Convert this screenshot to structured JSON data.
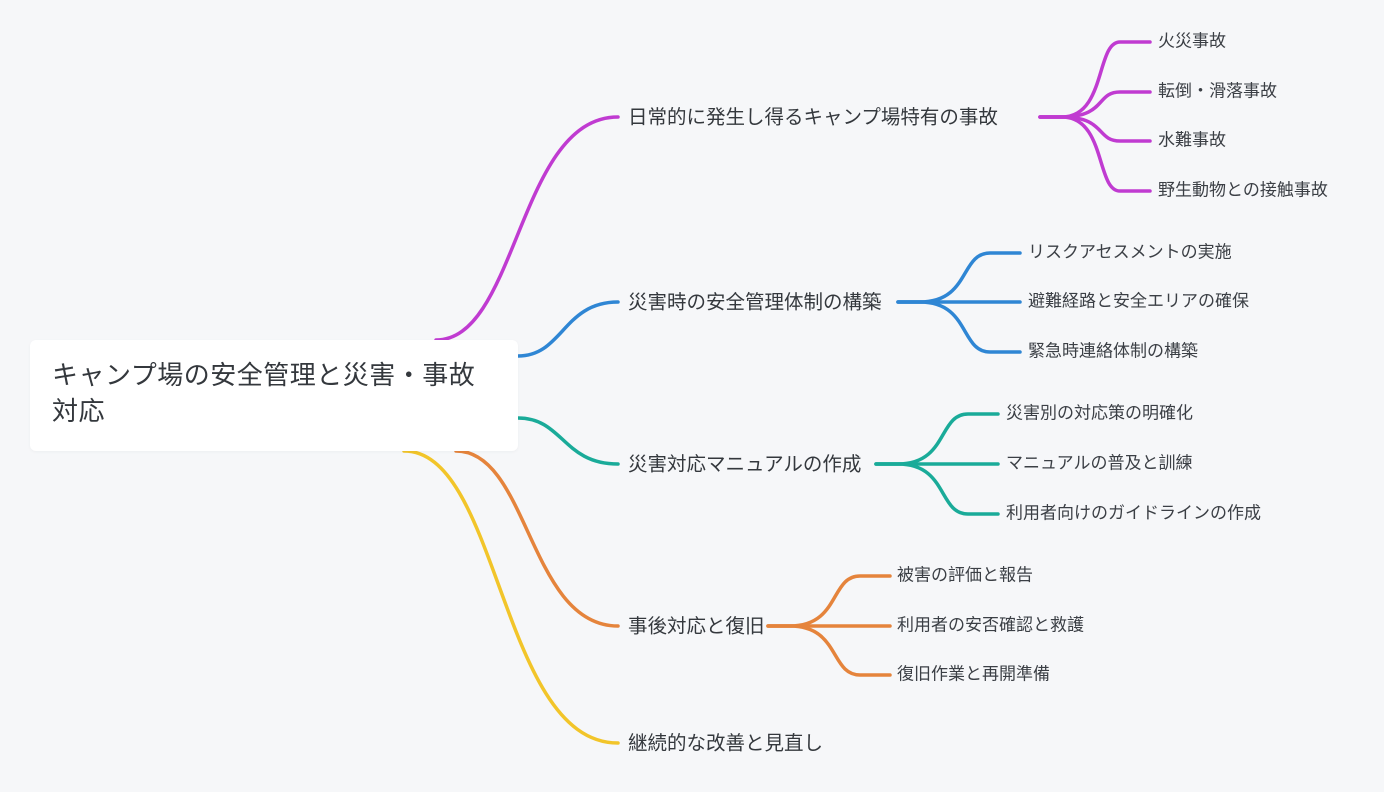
{
  "root": {
    "title": "キャンプ場の安全管理と災害・事故対応"
  },
  "branches": [
    {
      "label": "日常的に発生し得るキャンプ場特有の事故",
      "color": "#c03bd1",
      "children": [
        "火災事故",
        "転倒・滑落事故",
        "水難事故",
        "野生動物との接触事故"
      ]
    },
    {
      "label": "災害時の安全管理体制の構築",
      "color": "#2f86d4",
      "children": [
        "リスクアセスメントの実施",
        "避難経路と安全エリアの確保",
        "緊急時連絡体制の構築"
      ]
    },
    {
      "label": "災害対応マニュアルの作成",
      "color": "#1aab99",
      "children": [
        "災害別の対応策の明確化",
        "マニュアルの普及と訓練",
        "利用者向けのガイドラインの作成"
      ]
    },
    {
      "label": "事後対応と復旧",
      "color": "#e5843c",
      "children": [
        "被害の評価と報告",
        "利用者の安否確認と救護",
        "復旧作業と再開準備"
      ]
    },
    {
      "label": "継続的な改善と見直し",
      "color": "#f2c52a",
      "children": []
    }
  ]
}
